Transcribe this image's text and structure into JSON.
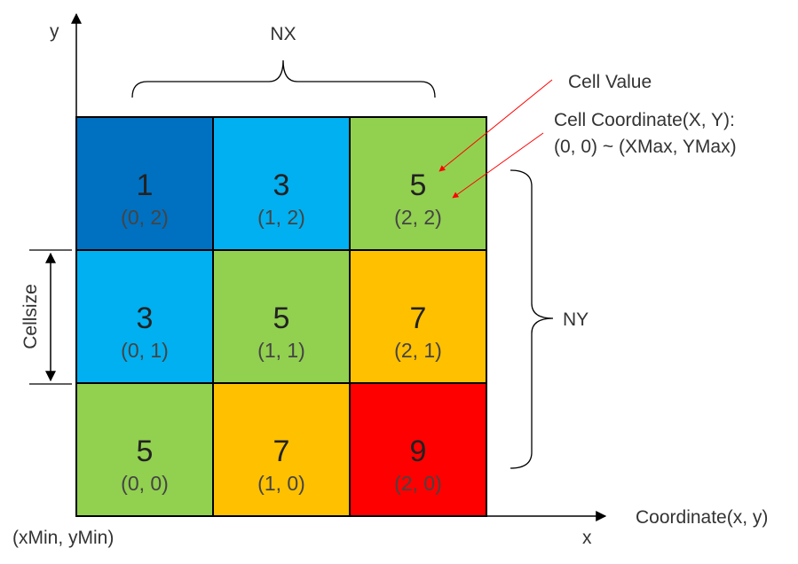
{
  "diagram": {
    "grid": {
      "rows": [
        [
          {
            "value": "1",
            "coord": "(0, 2)",
            "color": "#0070C0"
          },
          {
            "value": "3",
            "coord": "(1, 2)",
            "color": "#00B0F0"
          },
          {
            "value": "5",
            "coord": "(2, 2)",
            "color": "#92D050"
          }
        ],
        [
          {
            "value": "3",
            "coord": "(0, 1)",
            "color": "#00B0F0"
          },
          {
            "value": "5",
            "coord": "(1, 1)",
            "color": "#92D050"
          },
          {
            "value": "7",
            "coord": "(2, 1)",
            "color": "#FFC000"
          }
        ],
        [
          {
            "value": "5",
            "coord": "(0, 0)",
            "color": "#92D050"
          },
          {
            "value": "7",
            "coord": "(1, 0)",
            "color": "#FFC000"
          },
          {
            "value": "9",
            "coord": "(2, 0)",
            "color": "#FF0000"
          }
        ]
      ]
    },
    "labels": {
      "y_axis": "y",
      "x_axis": "x",
      "nx": "NX",
      "ny": "NY",
      "cellsize": "Cellsize",
      "origin": "(xMin, yMin)",
      "coordinate": "Coordinate(x, y)",
      "cell_value": "Cell Value",
      "cell_coordinate_line1": "Cell Coordinate(X, Y):",
      "cell_coordinate_line2": "(0, 0) ~ (XMax, YMax)"
    },
    "colors": {
      "arrow_red": "#FF0000",
      "axis": "#000000",
      "bracket": "#000000"
    }
  }
}
